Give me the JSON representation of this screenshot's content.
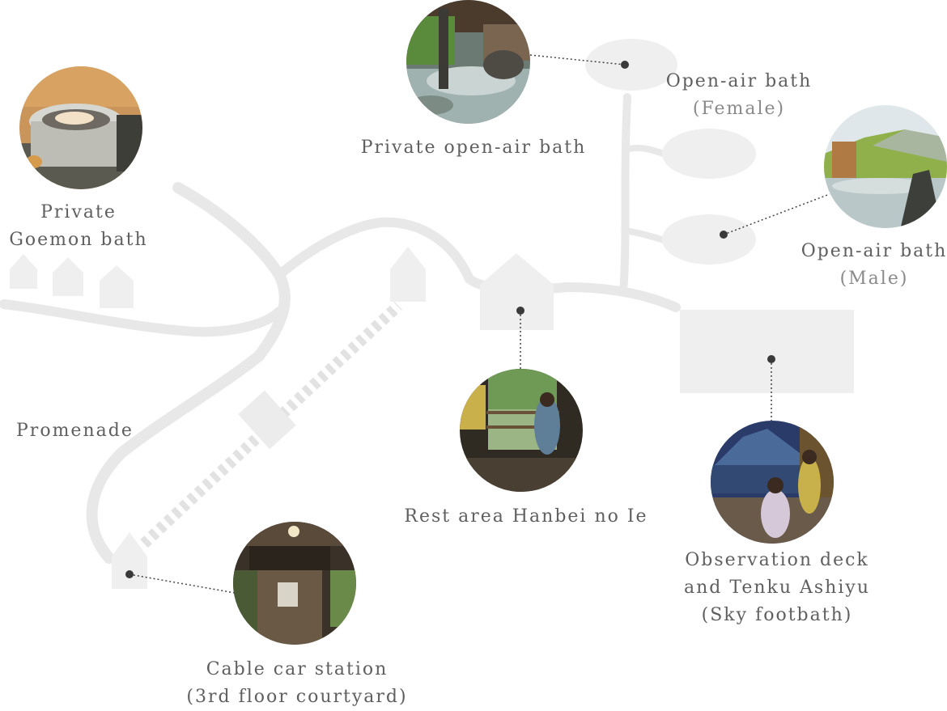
{
  "map": {
    "spots": [
      {
        "id": "goemon",
        "lines": [
          "Private",
          "Goemon bath"
        ],
        "icon": "goemon-bath-photo"
      },
      {
        "id": "private-open-air",
        "lines": [
          "Private open-air bath"
        ],
        "icon": "private-open-air-bath-photo"
      },
      {
        "id": "open-air-female",
        "lines": [
          "Open-air bath"
        ],
        "sub": "(Female)"
      },
      {
        "id": "open-air-male",
        "lines": [
          "Open-air bath"
        ],
        "sub": "(Male)",
        "icon": "male-open-air-bath-photo"
      },
      {
        "id": "promenade",
        "lines": [
          "Promenade"
        ]
      },
      {
        "id": "rest-area",
        "lines": [
          "Rest area Hanbei no Ie"
        ],
        "icon": "rest-area-photo"
      },
      {
        "id": "observation",
        "lines": [
          "Observation deck",
          "and Tenku Ashiyu",
          "(Sky footbath)"
        ],
        "icon": "observation-deck-photo"
      },
      {
        "id": "cable-car",
        "lines": [
          "Cable car station",
          "(3rd floor courtyard)"
        ],
        "icon": "cable-car-station-photo"
      }
    ],
    "colors": {
      "path": "#e9e9e9",
      "building": "#efefef",
      "dot": "#3a3a3a",
      "text": "#5f5f5f",
      "sub_text": "#8a8a8a"
    }
  }
}
